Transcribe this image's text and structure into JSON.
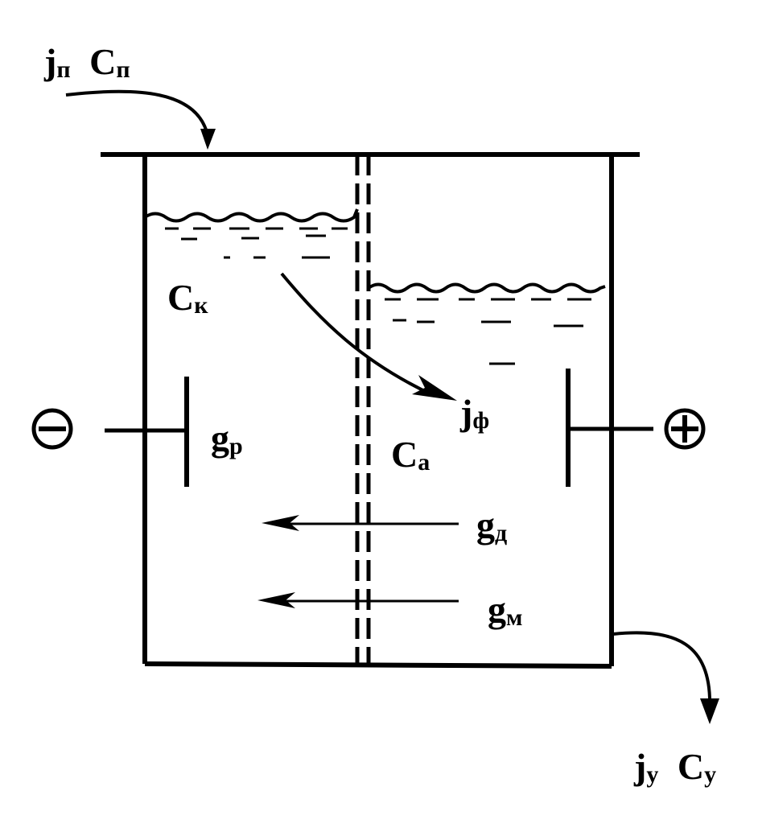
{
  "labels": {
    "inlet_j": "j",
    "inlet_j_sub": "п",
    "inlet_c": "C",
    "inlet_c_sub": "п",
    "cathode_conc": "C",
    "cathode_conc_sub": "к",
    "filtration_flux": "j",
    "filtration_flux_sub": "ф",
    "electrode_flux": "g",
    "electrode_flux_sub": "р",
    "anode_conc": "C",
    "anode_conc_sub": "а",
    "diffusion_flux": "g",
    "diffusion_flux_sub": "д",
    "migration_flux": "g",
    "migration_flux_sub": "м",
    "outlet_j": "j",
    "outlet_j_sub": "у",
    "outlet_c": "C",
    "outlet_c_sub": "у"
  },
  "terminals": {
    "negative_symbol": "minus",
    "positive_symbol": "plus"
  },
  "colors": {
    "ink": "#000000",
    "background": "#ffffff"
  }
}
